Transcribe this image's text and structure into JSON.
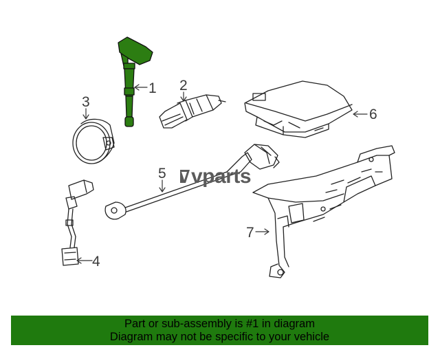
{
  "callouts": {
    "c1": "1",
    "c2": "2",
    "c3": "3",
    "c4": "4",
    "c5": "5",
    "c6": "6",
    "c7": "7"
  },
  "watermark": "vparts",
  "banner": {
    "line1": "Part or sub-assembly is #1 in diagram",
    "line2": "Diagram may not be specific to your vehicle"
  },
  "colors": {
    "highlight": "#2c7d12",
    "banner": "#1f7a0e"
  }
}
